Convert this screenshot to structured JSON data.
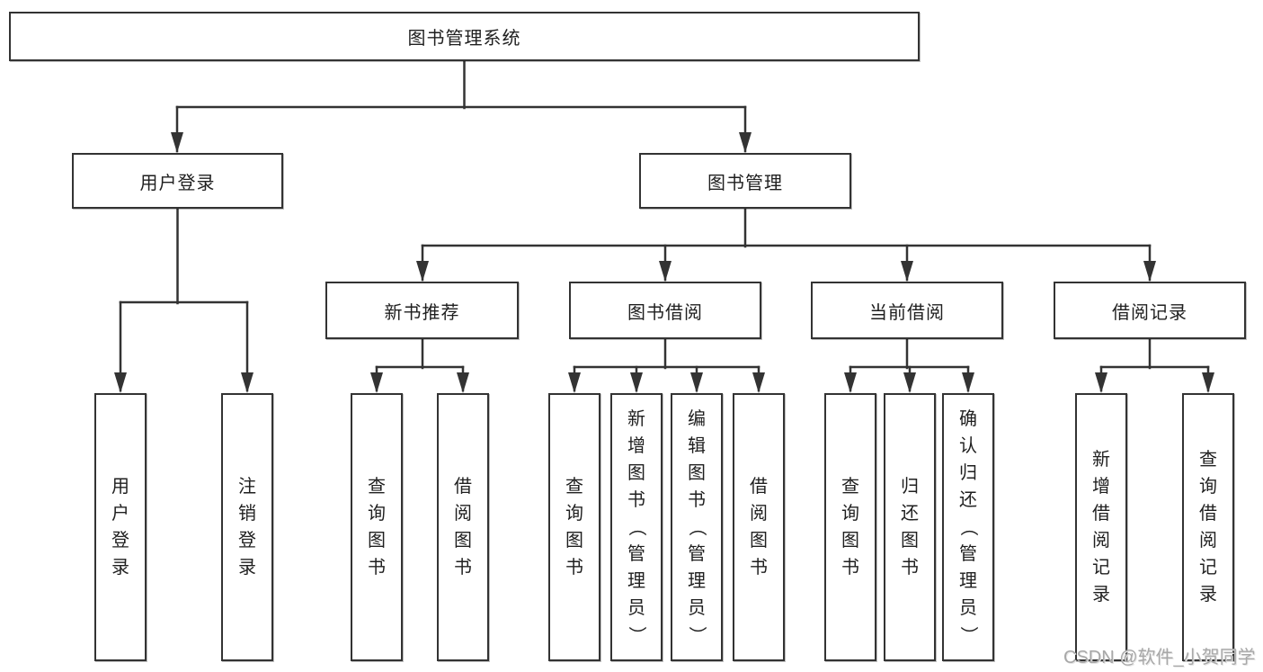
{
  "colors": {
    "line": "#333333",
    "box_border": "#333333",
    "box_background": "#ffffff",
    "text": "#1f1f1f",
    "watermark": "#a8a8a8"
  },
  "tree": {
    "root": {
      "label": "图书管理系统"
    },
    "branches": [
      {
        "label": "用户登录",
        "children": [
          {
            "label": "用户登录"
          },
          {
            "label": "注销登录"
          }
        ]
      },
      {
        "label": "图书管理",
        "children": [
          {
            "label": "新书推荐",
            "children": [
              {
                "label": "查询图书"
              },
              {
                "label": "借阅图书"
              }
            ]
          },
          {
            "label": "图书借阅",
            "children": [
              {
                "label": "查询图书"
              },
              {
                "label": "新增图书（管理员）"
              },
              {
                "label": "编辑图书（管理员）"
              },
              {
                "label": "借阅图书"
              }
            ]
          },
          {
            "label": "当前借阅",
            "children": [
              {
                "label": "查询图书"
              },
              {
                "label": "归还图书"
              },
              {
                "label": "确认归还（管理员）"
              }
            ]
          },
          {
            "label": "借阅记录",
            "children": [
              {
                "label": "新增借阅记录"
              },
              {
                "label": "查询借阅记录"
              }
            ]
          }
        ]
      }
    ]
  },
  "watermark": {
    "text": "CSDN @软件_小贺同学"
  }
}
